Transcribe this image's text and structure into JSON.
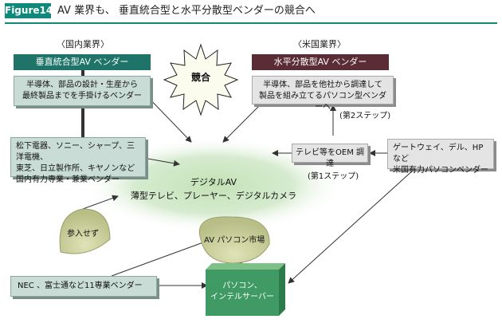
{
  "header": {
    "figure_label": "Figure14",
    "title": "AV 業界も、 垂直統合型と水平分散型ベンダーの競合へ"
  },
  "left": {
    "section_title": "〈国内業界〉",
    "banner": "垂直統合型AV ベンダー",
    "desc_lines": [
      "半導体、部品の設計・生産から",
      "最終製品までを手掛けるベンダー"
    ],
    "companies_lines": [
      "松下電器、ソニー、シャープ、三洋電機、",
      "東芝、日立製作所、キヤノンなど",
      "国内有力専業・兼業ベンダー"
    ]
  },
  "right": {
    "section_title": "〈米国業界〉",
    "banner": "水平分散型AV ベンダー",
    "desc_lines": [
      "半導体、部品を他社から調達して",
      "製品を組み立てるパソコン型ベンダーへ"
    ],
    "step2": "(第2ステップ)",
    "oem": "テレビ等をOEM 調達",
    "step1": "(第1ステップ)",
    "companies_lines": [
      "ゲートウェイ、デル、HP など",
      "米国有力パソコンベンダー"
    ]
  },
  "center": {
    "compete": "競合",
    "digital_title": "デジタルAV",
    "digital_sub": "薄型テレビ、プレーヤー、デジタルカメラ",
    "no_entry": "参入せず",
    "pc_market": "AV パソコン市場"
  },
  "bottom": {
    "nec_line": "NEC 、富士通など11専業ベンダー",
    "pc_box_lines": [
      "パソコン、",
      "インテルサーバー"
    ]
  },
  "colors": {
    "accent": "#0f8a7a",
    "left_banner": "#1e7468",
    "right_banner": "#5a2c35",
    "ellipse_fill": "#d6ead0",
    "dome_fill": "#cfd4a4",
    "pc_box": "#3f9a63"
  }
}
